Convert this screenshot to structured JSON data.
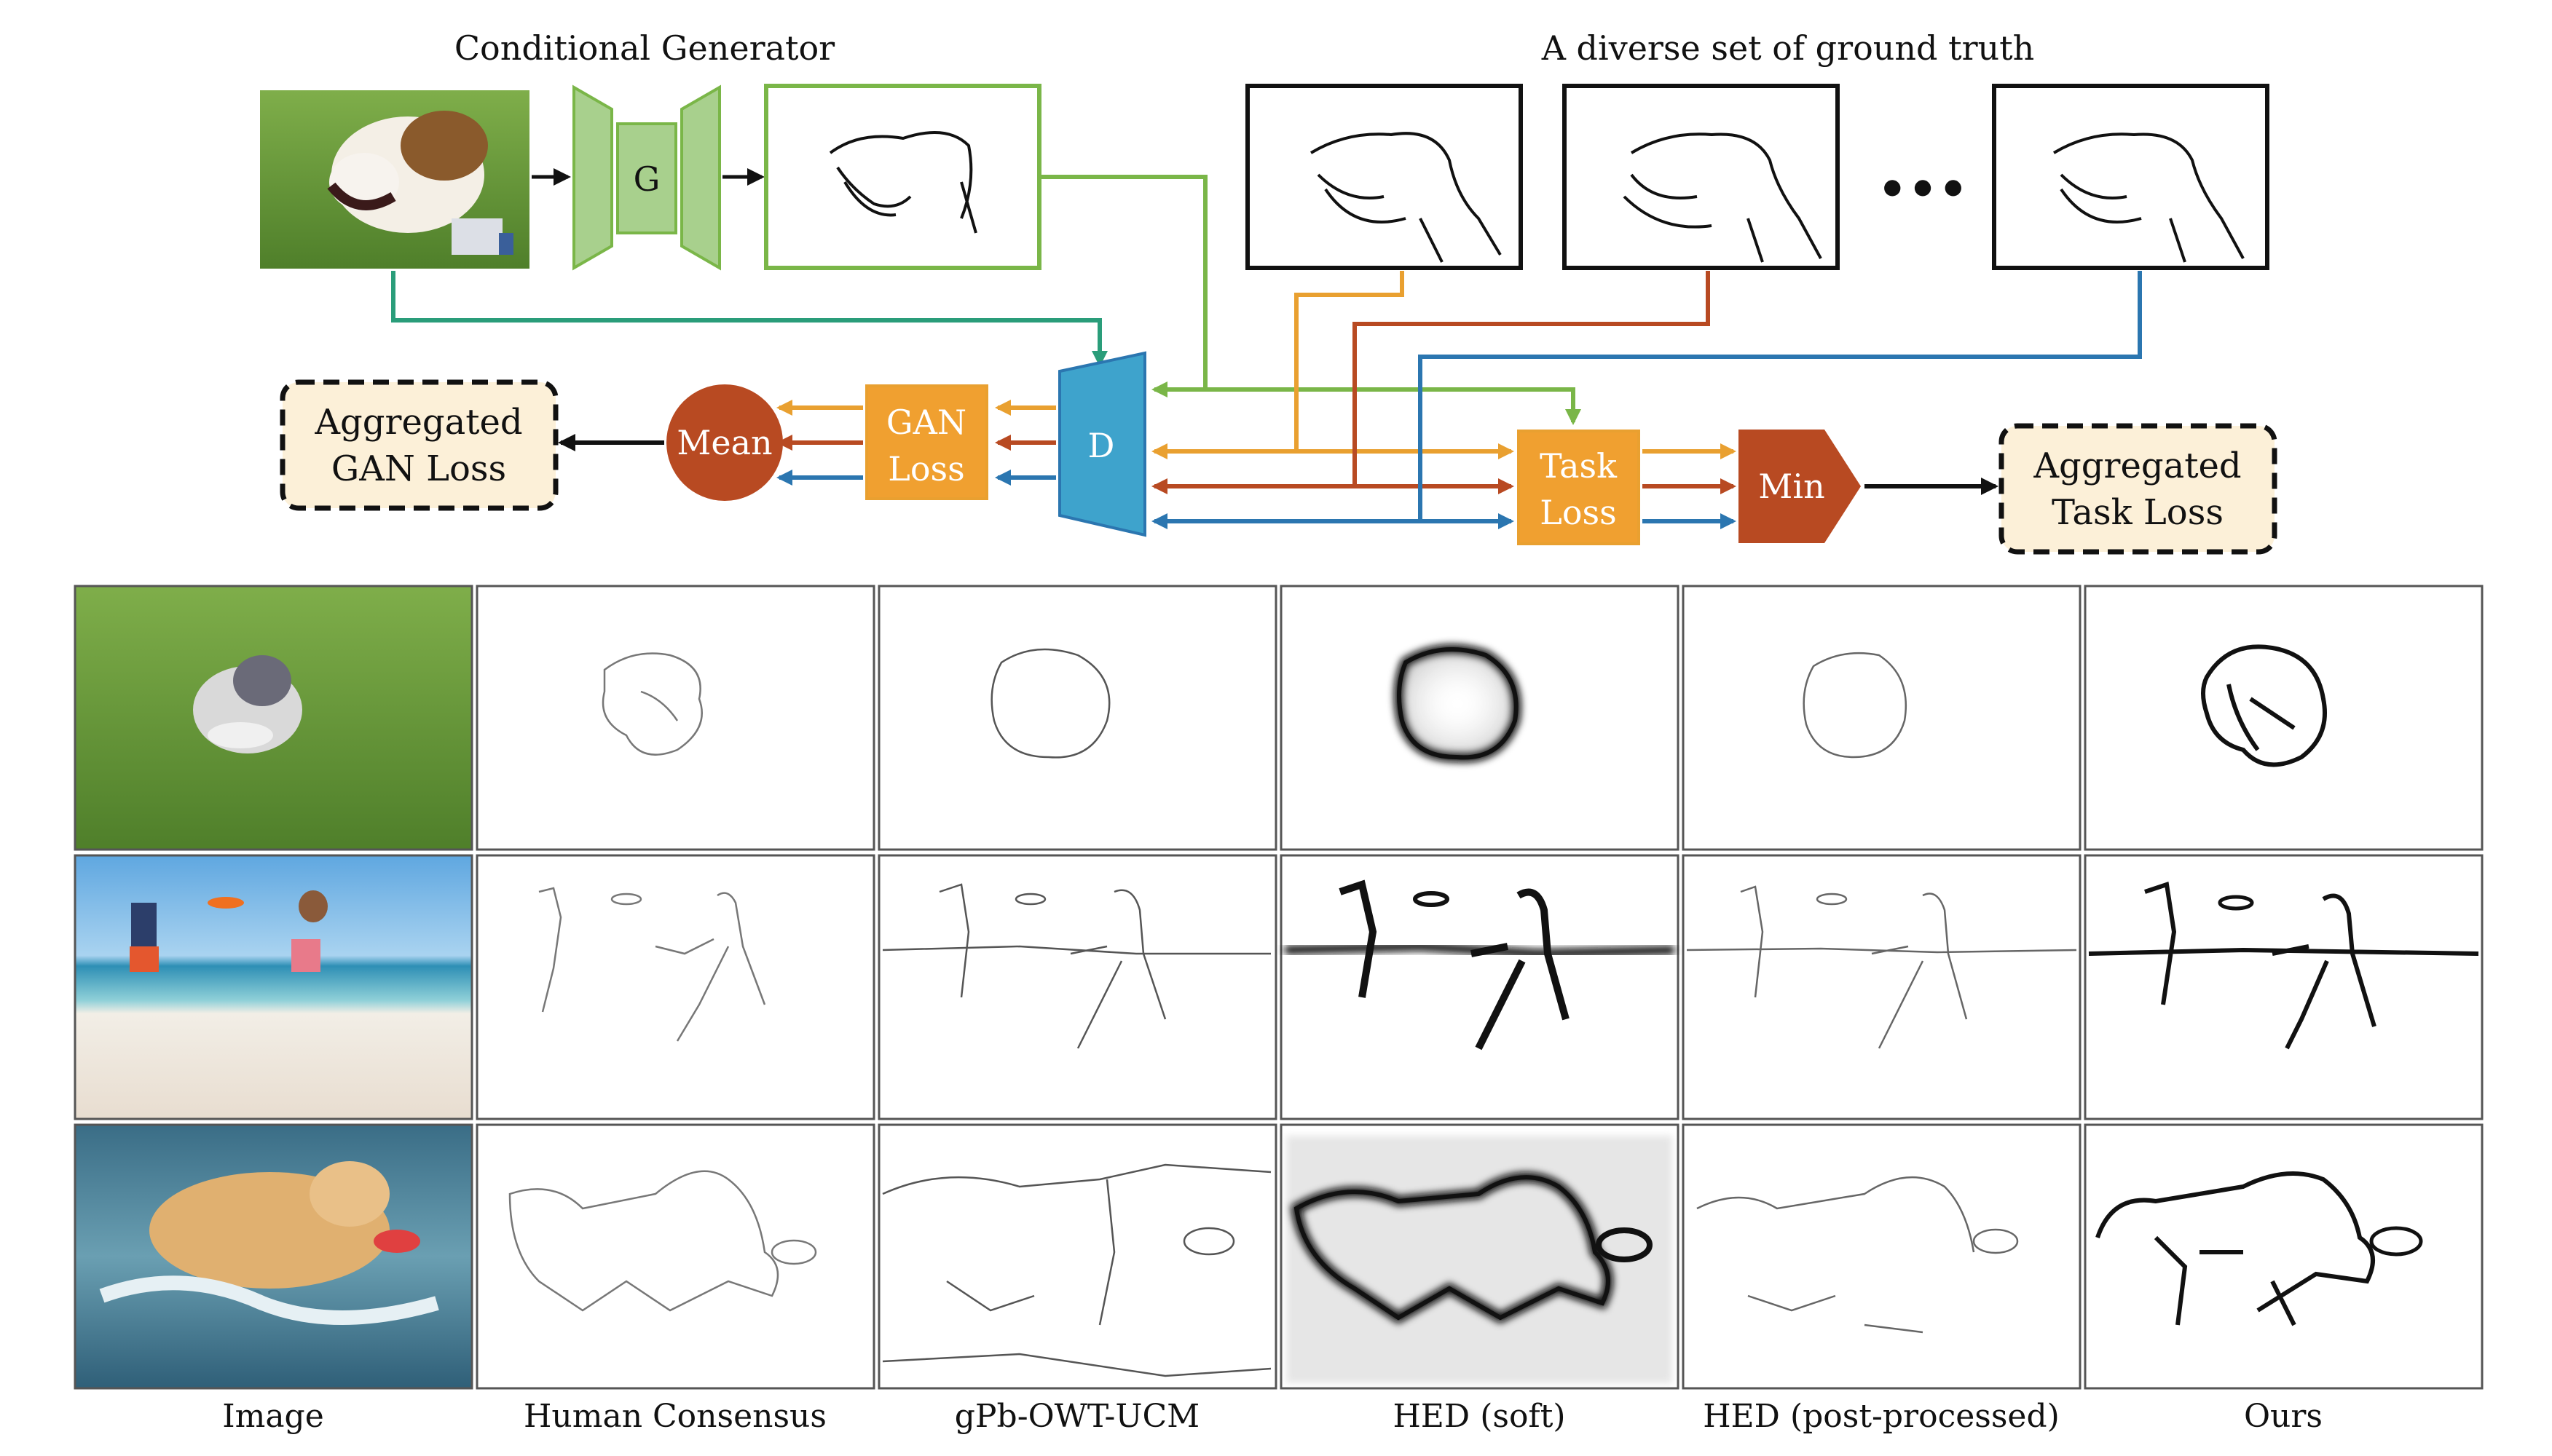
{
  "header": {
    "generator_title": "Conditional Generator",
    "ground_truth_title": "A diverse set of ground truth",
    "ellipsis": "···"
  },
  "nodes": {
    "generator": "G",
    "discriminator": "D",
    "gan_loss_line1": "GAN",
    "gan_loss_line2": "Loss",
    "task_loss_line1": "Task",
    "task_loss_line2": "Loss",
    "mean": "Mean",
    "min": "Min",
    "agg_gan_line1": "Aggregated",
    "agg_gan_line2": "GAN Loss",
    "agg_task_line1": "Aggregated",
    "agg_task_line2": "Task Loss"
  },
  "columns": [
    "Image",
    "Human Consensus",
    "gPb-OWT-UCM",
    "HED (soft)",
    "HED (post-processed)",
    "Ours"
  ],
  "colors": {
    "green": "#7ab648",
    "orange": "#e9a030",
    "red": "#b84a22",
    "blue": "#2b76b0",
    "teal": "#2a9d7a",
    "d_fill": "#3ea3cc",
    "loss_fill": "#f0a030",
    "mean_fill": "#b84a22",
    "agg_fill": "#fcf0d8",
    "gen_fill": "#a8d08d"
  }
}
